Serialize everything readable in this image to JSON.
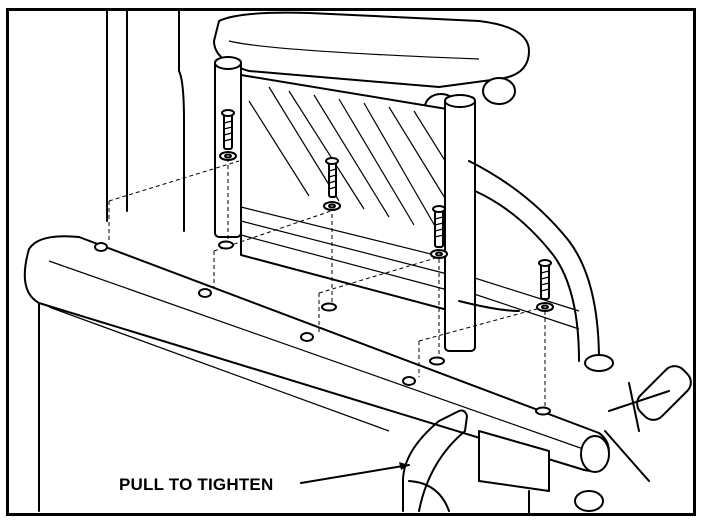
{
  "diagram": {
    "callout_label": "PULL TO TIGHTEN",
    "parts": {
      "screws": [
        "screw-1",
        "screw-2",
        "screw-3",
        "screw-4"
      ],
      "washers": [
        "washer-1",
        "washer-2",
        "washer-3",
        "washer-4"
      ]
    },
    "colors": {
      "line": "#000000",
      "background": "#ffffff",
      "shade": "#e8e8e8"
    }
  }
}
